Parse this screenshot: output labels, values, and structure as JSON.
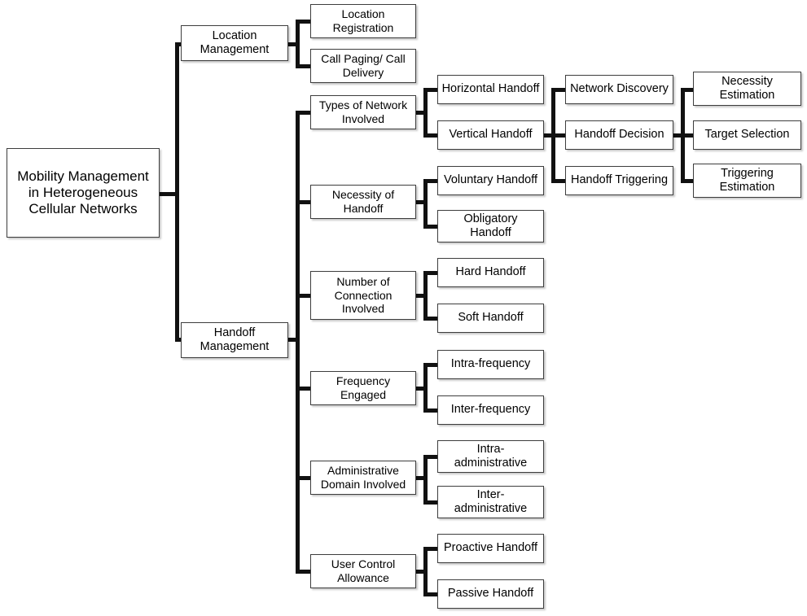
{
  "diagram": {
    "title": "Mobility Management in Heterogeneous Cellular Networks taxonomy",
    "type": "hierarchical-tree",
    "orientation": "left-to-right",
    "colors": {
      "background": "#ffffff",
      "node_fill": "#ffffff",
      "node_border": "#3d3d3d",
      "connector": "#111111",
      "text": "#000000"
    }
  },
  "root": {
    "label": "Mobility Management in Heterogeneous Cellular Networks",
    "lines": [
      "Mobility Management",
      "in Heterogeneous",
      "Cellular Networks"
    ]
  },
  "level2": [
    {
      "id": "location-management",
      "label": "Location Management",
      "lines": [
        "Location",
        "Management"
      ]
    },
    {
      "id": "handoff-management",
      "label": "Handoff Management",
      "lines": [
        "Handoff",
        "Management"
      ]
    }
  ],
  "level3": [
    {
      "id": "location-registration",
      "label": "Location Registration",
      "lines": [
        "Location",
        "Registration"
      ],
      "parent": "location-management"
    },
    {
      "id": "call-paging-call-delivery",
      "label": "Call Paging/ Call Delivery",
      "lines": [
        "Call Paging/ Call",
        "Delivery"
      ],
      "parent": "location-management"
    },
    {
      "id": "types-of-network-involved",
      "label": "Types of Network Involved",
      "lines": [
        "Types of Network",
        "Involved"
      ],
      "parent": "handoff-management"
    },
    {
      "id": "necessity-of-handoff",
      "label": "Necessity of Handoff",
      "lines": [
        "Necessity of",
        "Handoff"
      ],
      "parent": "handoff-management"
    },
    {
      "id": "number-of-connection-involved",
      "label": "Number of Connection Involved",
      "lines": [
        "Number of",
        "Connection",
        "Involved"
      ],
      "parent": "handoff-management"
    },
    {
      "id": "frequency-engaged",
      "label": "Frequency Engaged",
      "lines": [
        "Frequency",
        "Engaged"
      ],
      "parent": "handoff-management"
    },
    {
      "id": "administrative-domain-involved",
      "label": "Administrative Domain Involved",
      "lines": [
        "Administrative",
        "Domain Involved"
      ],
      "parent": "handoff-management"
    },
    {
      "id": "user-control-allowance",
      "label": "User Control Allowance",
      "lines": [
        "User Control",
        "Allowance"
      ],
      "parent": "handoff-management"
    }
  ],
  "level4": [
    {
      "id": "horizontal-handoff",
      "label": "Horizontal Handoff",
      "lines": [
        "Horizontal Handoff"
      ],
      "parent": "types-of-network-involved"
    },
    {
      "id": "vertical-handoff",
      "label": "Vertical Handoff",
      "lines": [
        "Vertical Handoff"
      ],
      "parent": "types-of-network-involved"
    },
    {
      "id": "voluntary-handoff",
      "label": "Voluntary Handoff",
      "lines": [
        "Voluntary Handoff"
      ],
      "parent": "necessity-of-handoff"
    },
    {
      "id": "obligatory-handoff",
      "label": "Obligatory Handoff",
      "lines": [
        "Obligatory",
        "Handoff"
      ],
      "parent": "necessity-of-handoff"
    },
    {
      "id": "hard-handoff",
      "label": "Hard Handoff",
      "lines": [
        "Hard Handoff"
      ],
      "parent": "number-of-connection-involved"
    },
    {
      "id": "soft-handoff",
      "label": "Soft Handoff",
      "lines": [
        "Soft Handoff"
      ],
      "parent": "number-of-connection-involved"
    },
    {
      "id": "intra-frequency",
      "label": "Intra-frequency",
      "lines": [
        "Intra-frequency"
      ],
      "parent": "frequency-engaged"
    },
    {
      "id": "inter-frequency",
      "label": "Inter-frequency",
      "lines": [
        "Inter-frequency"
      ],
      "parent": "frequency-engaged"
    },
    {
      "id": "intra-administrative",
      "label": "Intra-administrative",
      "lines": [
        "Intra-",
        "administrative"
      ],
      "parent": "administrative-domain-involved"
    },
    {
      "id": "inter-administrative",
      "label": "Inter-administrative",
      "lines": [
        "Inter-",
        "administrative"
      ],
      "parent": "administrative-domain-involved"
    },
    {
      "id": "proactive-handoff",
      "label": "Proactive Handoff",
      "lines": [
        "Proactive Handoff"
      ],
      "parent": "user-control-allowance"
    },
    {
      "id": "passive-handoff",
      "label": "Passive Handoff",
      "lines": [
        "Passive Handoff"
      ],
      "parent": "user-control-allowance"
    }
  ],
  "level5": [
    {
      "id": "network-discovery",
      "label": "Network Discovery",
      "lines": [
        "Network Discovery"
      ],
      "parent": "vertical-handoff"
    },
    {
      "id": "handoff-decision",
      "label": "Handoff Decision",
      "lines": [
        "Handoff Decision"
      ],
      "parent": "vertical-handoff"
    },
    {
      "id": "handoff-triggering",
      "label": "Handoff Triggering",
      "lines": [
        "Handoff Triggering"
      ],
      "parent": "vertical-handoff"
    }
  ],
  "level6": [
    {
      "id": "necessity-estimation",
      "label": "Necessity Estimation",
      "lines": [
        "Necessity",
        "Estimation"
      ],
      "parent": "handoff-decision"
    },
    {
      "id": "target-selection",
      "label": "Target Selection",
      "lines": [
        "Target Selection"
      ],
      "parent": "handoff-decision"
    },
    {
      "id": "triggering-estimation",
      "label": "Triggering Estimation",
      "lines": [
        "Triggering",
        "Estimation"
      ],
      "parent": "handoff-decision"
    }
  ]
}
